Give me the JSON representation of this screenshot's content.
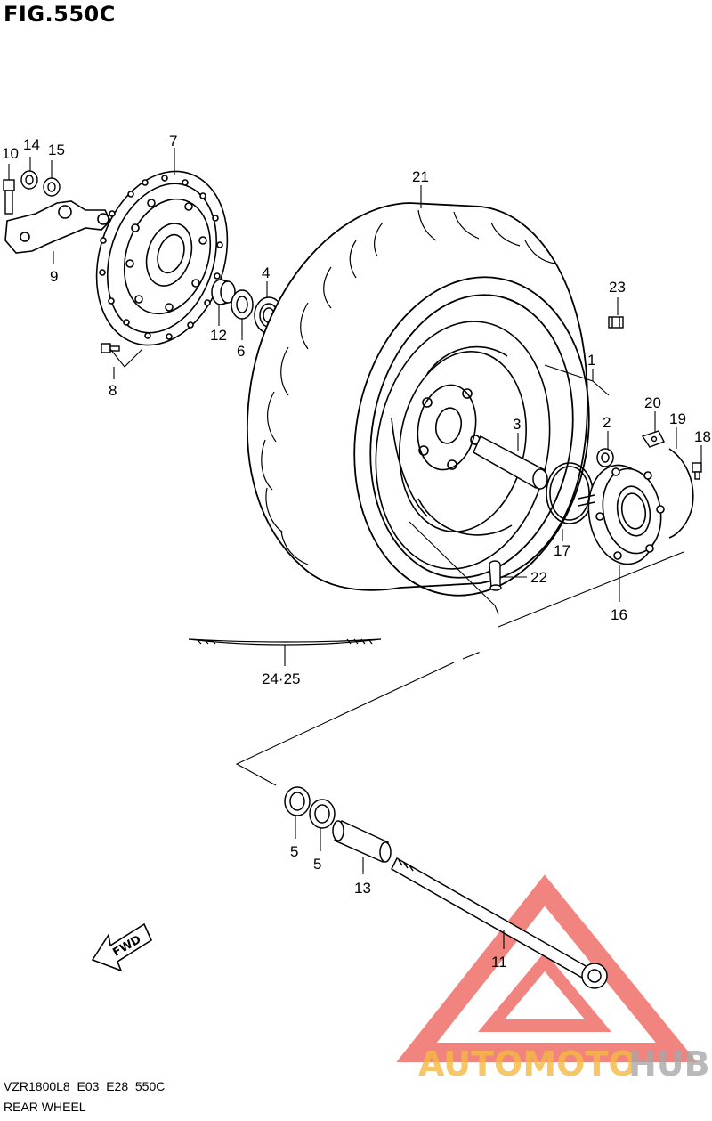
{
  "figure": {
    "title": "FIG.550C",
    "model_code": "VZR1800L8_E03_E28_550C",
    "name": "REAR WHEEL"
  },
  "callouts": [
    {
      "id": "c1",
      "text": "1"
    },
    {
      "id": "c2",
      "text": "2"
    },
    {
      "id": "c3",
      "text": "3"
    },
    {
      "id": "c4",
      "text": "4"
    },
    {
      "id": "c5a",
      "text": "5"
    },
    {
      "id": "c5b",
      "text": "5"
    },
    {
      "id": "c6",
      "text": "6"
    },
    {
      "id": "c7",
      "text": "7"
    },
    {
      "id": "c8",
      "text": "8"
    },
    {
      "id": "c9",
      "text": "9"
    },
    {
      "id": "c10",
      "text": "10"
    },
    {
      "id": "c11",
      "text": "11"
    },
    {
      "id": "c12",
      "text": "12"
    },
    {
      "id": "c13",
      "text": "13"
    },
    {
      "id": "c14",
      "text": "14"
    },
    {
      "id": "c15",
      "text": "15"
    },
    {
      "id": "c16",
      "text": "16"
    },
    {
      "id": "c17",
      "text": "17"
    },
    {
      "id": "c18",
      "text": "18"
    },
    {
      "id": "c19",
      "text": "19"
    },
    {
      "id": "c20",
      "text": "20"
    },
    {
      "id": "c21",
      "text": "21"
    },
    {
      "id": "c22",
      "text": "22"
    },
    {
      "id": "c23",
      "text": "23"
    },
    {
      "id": "c2425",
      "text": "24·25"
    }
  ],
  "fwd_label": "FWD",
  "watermark": {
    "part1": "AUTOMOTO",
    "part2": "HUB",
    "color1": "#f5b942",
    "color2": "#b0b0b0",
    "triangle_color": "#ee5b55"
  }
}
